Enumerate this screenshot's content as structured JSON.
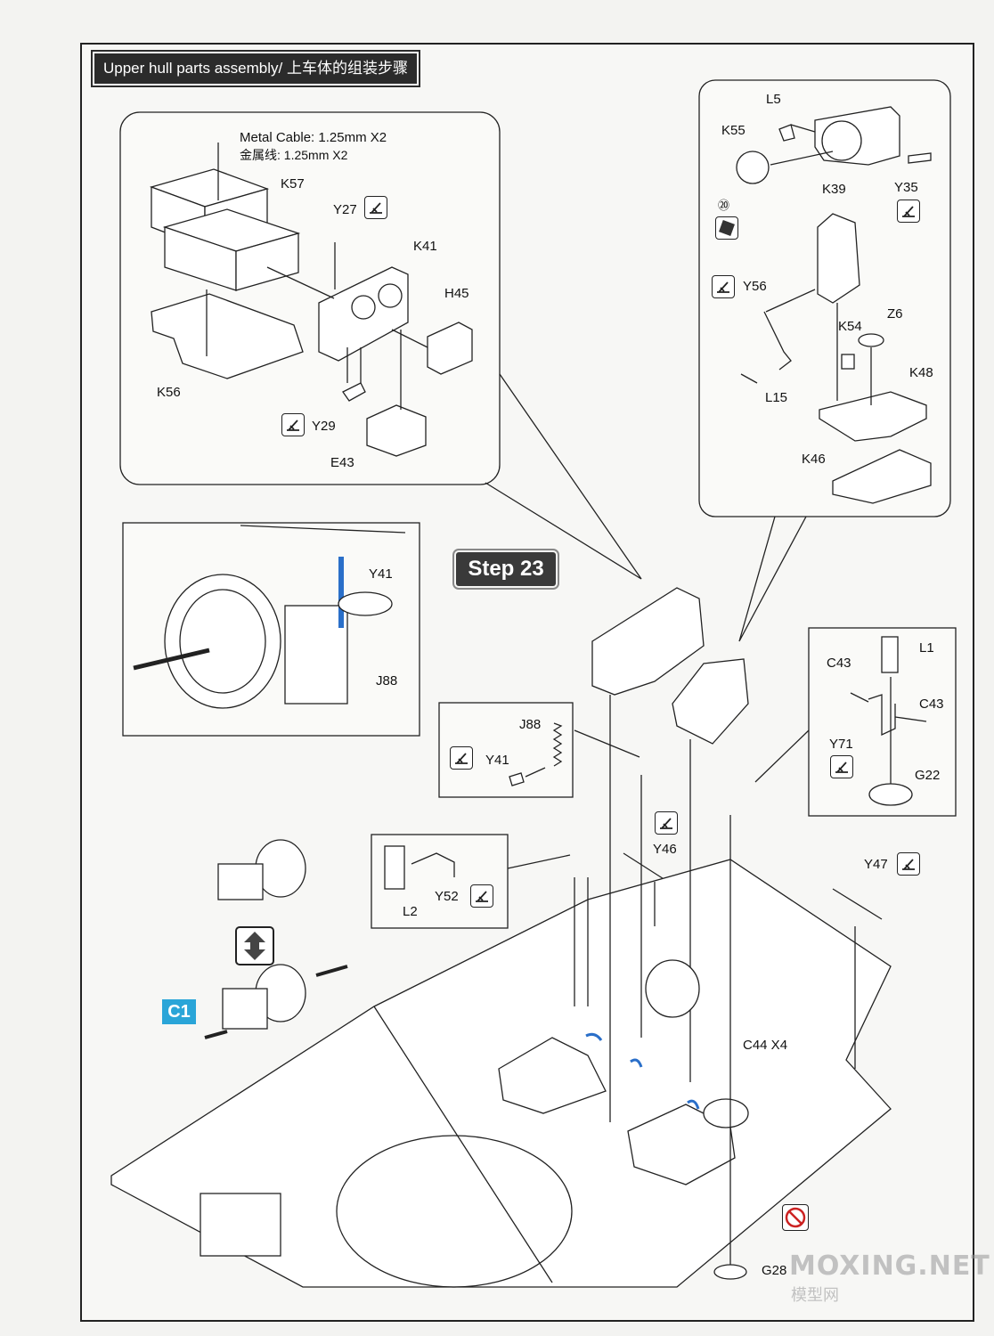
{
  "header": {
    "title": "Upper hull parts assembly/ 上车体的组装步骤"
  },
  "step": {
    "label": "Step 23"
  },
  "cable_note": {
    "line1": "Metal Cable: 1.25mm X2",
    "line2": "金属线:  1.25mm X2"
  },
  "badge": {
    "label": "C1"
  },
  "note": {
    "c44": "C44 X4"
  },
  "watermark": {
    "main": "MOXING.NET",
    "sub": "模型网"
  },
  "parts": {
    "K57": "K57",
    "Y27": "Y27",
    "K41": "K41",
    "H45": "H45",
    "K56": "K56",
    "Y29": "Y29",
    "E43": "E43",
    "L5": "L5",
    "K55": "K55",
    "K39": "K39",
    "Y35": "Y35",
    "Y56": "Y56",
    "K54": "K54",
    "Z6": "Z6",
    "K48": "K48",
    "L15": "L15",
    "K46": "K46",
    "Y41a": "Y41",
    "J88a": "J88",
    "J88b": "J88",
    "Y41b": "Y41",
    "L1": "L1",
    "C43a": "C43",
    "C43b": "C43",
    "Y71": "Y71",
    "G22": "G22",
    "Y46": "Y46",
    "Y47": "Y47",
    "L2": "L2",
    "Y52": "Y52",
    "G28": "G28",
    "callout20": "⑳"
  }
}
